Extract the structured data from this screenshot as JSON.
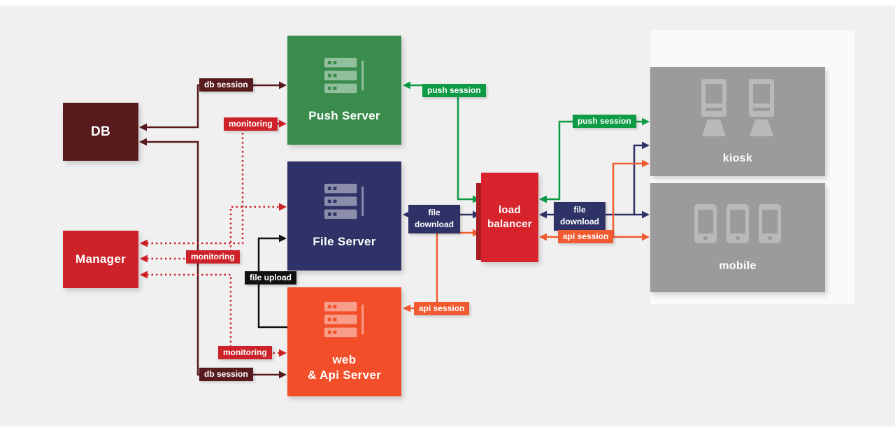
{
  "nodes": {
    "db": {
      "label": "DB",
      "color": "#571b1e"
    },
    "manager": {
      "label": "Manager",
      "color": "#cd2229"
    },
    "push_server": {
      "label": "Push Server",
      "color": "#3a8c4d",
      "icon": "server-icon"
    },
    "file_server": {
      "label": "File Server",
      "color": "#2f3266",
      "icon": "server-icon"
    },
    "web_api_server": {
      "label_line1": "web",
      "label_line2": "& Api Server",
      "color": "#f24e29",
      "icon": "server-icon"
    },
    "load_balancer": {
      "label_line1": "load",
      "label_line2": "balancer",
      "color": "#d7242c"
    },
    "kiosk": {
      "label": "kiosk",
      "color": "#9b9b9b",
      "icon": "kiosk-icon",
      "icon_count": 2
    },
    "mobile": {
      "label": "mobile",
      "color": "#9b9b9b",
      "icon": "mobile-icon",
      "icon_count": 3
    }
  },
  "connectors": {
    "db_session_top": {
      "label": "db session",
      "color": "#571b1e",
      "style": "solid",
      "from": "DB",
      "to": "Push Server",
      "bidirectional": true
    },
    "db_session_bottom": {
      "label": "db session",
      "color": "#571b1e",
      "style": "solid",
      "from": "DB",
      "to": "web & Api Server",
      "bidirectional": true
    },
    "monitoring_push": {
      "label": "monitoring",
      "color": "#cd2229",
      "style": "dotted",
      "from": "Manager",
      "to": "Push Server",
      "bidirectional": true
    },
    "monitoring_file": {
      "label": "monitoring",
      "color": "#cd2229",
      "style": "dotted",
      "from": "Manager",
      "to": "File Server",
      "bidirectional": true
    },
    "monitoring_web": {
      "label": "monitoring",
      "color": "#cd2229",
      "style": "dotted",
      "from": "Manager",
      "to": "web & Api Server",
      "bidirectional": true
    },
    "push_session_lb": {
      "label": "push session",
      "color": "#0d9b45",
      "style": "solid",
      "from": "load balancer",
      "to": "Push Server",
      "bidirectional": true
    },
    "file_download_lb": {
      "label": "file download",
      "color": "#2f3266",
      "style": "solid",
      "from": "File Server",
      "to": "load balancer",
      "bidirectional": true
    },
    "api_session_lb": {
      "label": "api session",
      "color": "#f25b31",
      "style": "solid",
      "from": "web & Api Server",
      "to": "load balancer",
      "bidirectional": true
    },
    "push_session_kiosk": {
      "label": "push session",
      "color": "#0d9b45",
      "style": "solid",
      "from": "load balancer",
      "to": "kiosk",
      "bidirectional": true
    },
    "file_download_devices": {
      "label": "file download",
      "color": "#2f3266",
      "style": "solid",
      "from": "load balancer",
      "to": "kiosk, mobile",
      "bidirectional": true
    },
    "api_session_devices": {
      "label": "api session",
      "color": "#f25b31",
      "style": "solid",
      "from": "load balancer",
      "to": "kiosk, mobile",
      "bidirectional": true
    },
    "file_upload": {
      "label": "file upload",
      "color": "#111111",
      "style": "solid",
      "from": "web & Api Server",
      "to": "File Server",
      "bidirectional": false
    }
  }
}
